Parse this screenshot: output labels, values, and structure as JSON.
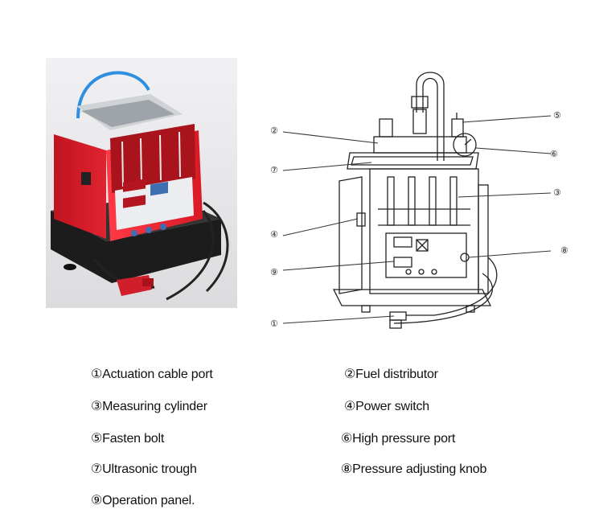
{
  "callouts": {
    "c1": "①",
    "c2": "②",
    "c3": "③",
    "c4": "④",
    "c5": "⑤",
    "c6": "⑥",
    "c7": "⑦",
    "c8": "⑧",
    "c9": "⑨"
  },
  "legend": [
    "①Actuation cable port",
    "②Fuel distributor",
    "③Measuring cylinder",
    "④Power switch",
    "⑤Fasten bolt",
    "⑥High pressure port",
    "⑦Ultrasonic trough",
    "⑧Pressure adjusting knob",
    "⑨Operation panel."
  ],
  "colors": {
    "machine_red": "#e8232f",
    "base_black": "#1c1c1c",
    "panel_blue": "#3f6fb3",
    "hose_blue": "#2f8fe0",
    "plug_red": "#d01e2a"
  }
}
